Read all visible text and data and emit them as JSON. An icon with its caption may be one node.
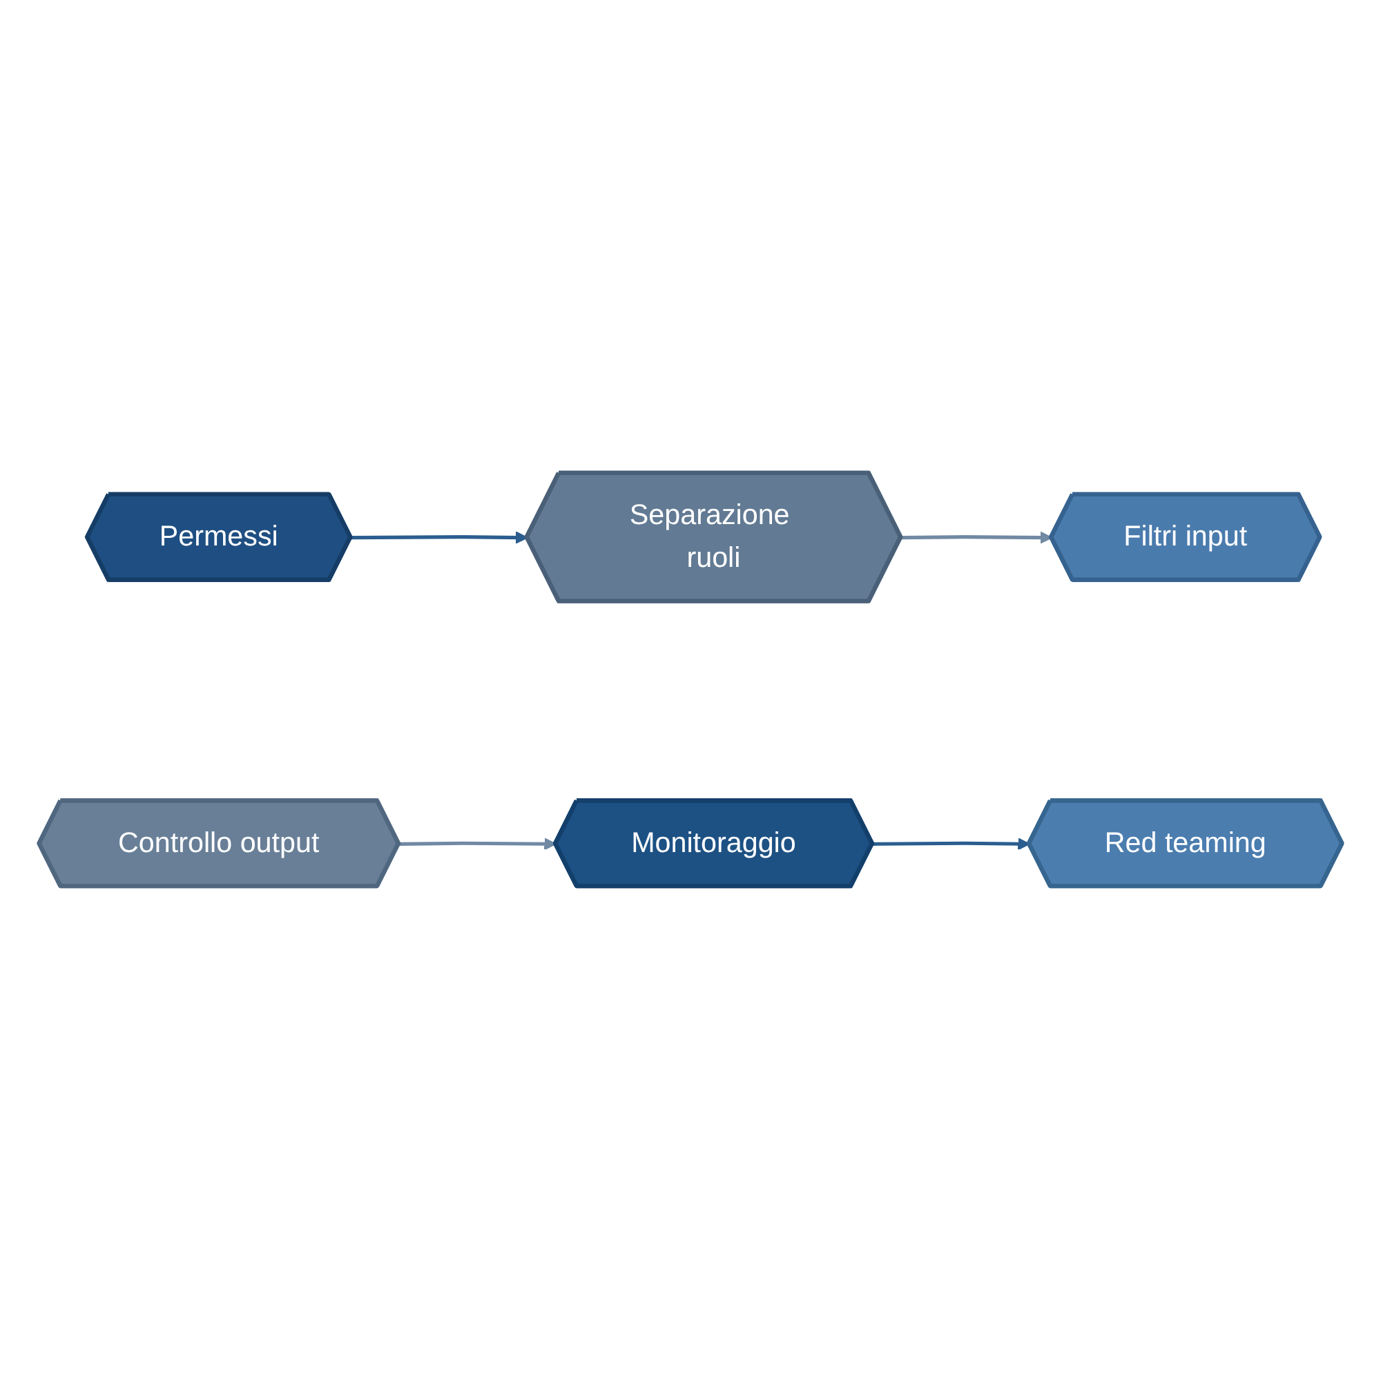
{
  "diagram": {
    "nodes": [
      {
        "text": [
          "Permessi"
        ]
      },
      {
        "text": [
          "Separazione ruoli"
        ]
      },
      {
        "text": [
          "Filtri input"
        ]
      },
      {
        "text": [
          "Controllo output"
        ]
      },
      {
        "text": [
          "Monitoraggio"
        ]
      },
      {
        "text": [
          "Red teaming"
        ]
      }
    ],
    "edges": [
      {
        "from": 0,
        "to": 1,
        "arrow": "to"
      },
      {
        "from": 1,
        "to": 2,
        "arrow": "to",
        "color": "#7189a3"
      },
      {
        "from": 3,
        "to": 4,
        "arrow": "to",
        "color": "#7189a3"
      },
      {
        "from": 4,
        "to": 5,
        "arrow": "to"
      }
    ]
  }
}
